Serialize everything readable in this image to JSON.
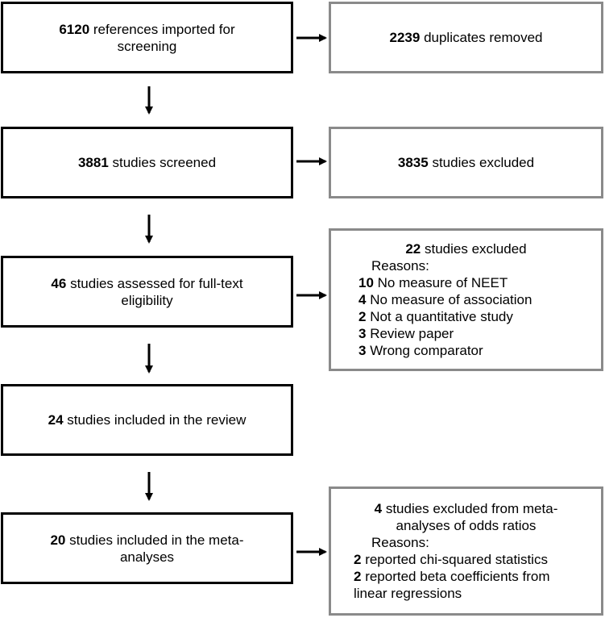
{
  "identification": {
    "main": {
      "count": "6120",
      "text_line1": " references imported for",
      "text_line2": "screening"
    },
    "side": {
      "count": "2239",
      "text": " duplicates removed"
    }
  },
  "screening": {
    "main": {
      "count": "3881",
      "text": " studies screened"
    },
    "side": {
      "count": "3835",
      "text": " studies excluded"
    }
  },
  "eligibility": {
    "main": {
      "count": "46",
      "text_line1": " studies assessed for full-text",
      "text_line2": "eligibility"
    },
    "side": {
      "count": "22",
      "text": " studies excluded",
      "reasons_label": "Reasons:",
      "reasons": [
        {
          "count": "10",
          "text": " No measure of NEET"
        },
        {
          "count": "4",
          "text": " No measure of association"
        },
        {
          "count": "2",
          "text": " Not a quantitative study"
        },
        {
          "count": "3",
          "text": " Review paper"
        },
        {
          "count": "3",
          "text": " Wrong comparator"
        }
      ]
    }
  },
  "included": {
    "main": {
      "count": "24",
      "text": " studies included in the review"
    }
  },
  "meta": {
    "main": {
      "count": "20",
      "text_line1": " studies included in the meta-",
      "text_line2": "analyses"
    },
    "side": {
      "count": "4",
      "text_line1": " studies excluded from meta-",
      "text_line2": "analyses of odds ratios",
      "reasons_label": "Reasons:",
      "reasons": [
        {
          "count": "2",
          "text": " reported chi-squared statistics"
        },
        {
          "count": "2",
          "text": " reported beta coefficients from",
          "text_line2": "linear regressions"
        }
      ]
    }
  },
  "colors": {
    "main_border": "#000000",
    "side_border": "#8a8a8a"
  }
}
